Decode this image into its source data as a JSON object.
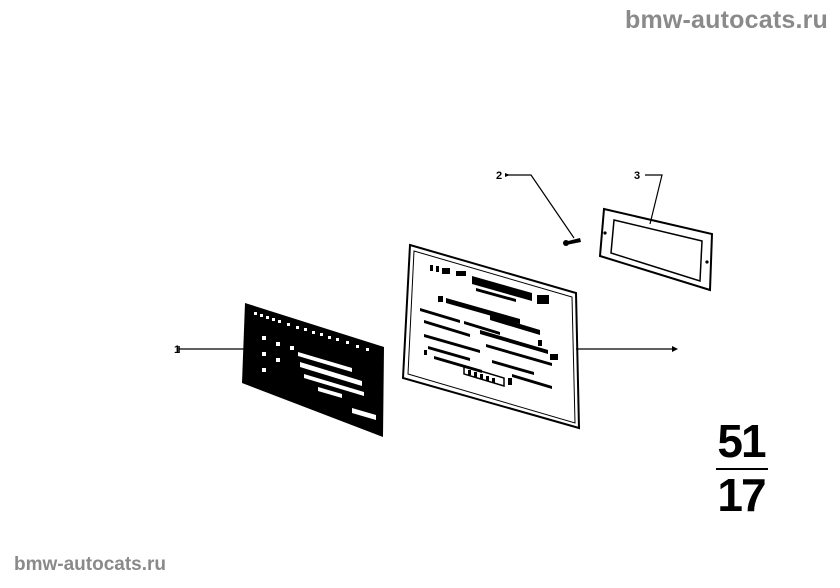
{
  "watermark": {
    "top": "bmw-autocats.ru",
    "bottom": "bmw-autocats.ru"
  },
  "callouts": [
    {
      "number": "1",
      "part": "plate-dark"
    },
    {
      "number": "2",
      "part": "rivet"
    },
    {
      "number": "3",
      "part": "frame"
    }
  ],
  "sheet": {
    "group": "51",
    "subgroup": "17"
  },
  "colors": {
    "ink": "#000000",
    "watermark": "#8a8a8a",
    "background": "#ffffff"
  }
}
